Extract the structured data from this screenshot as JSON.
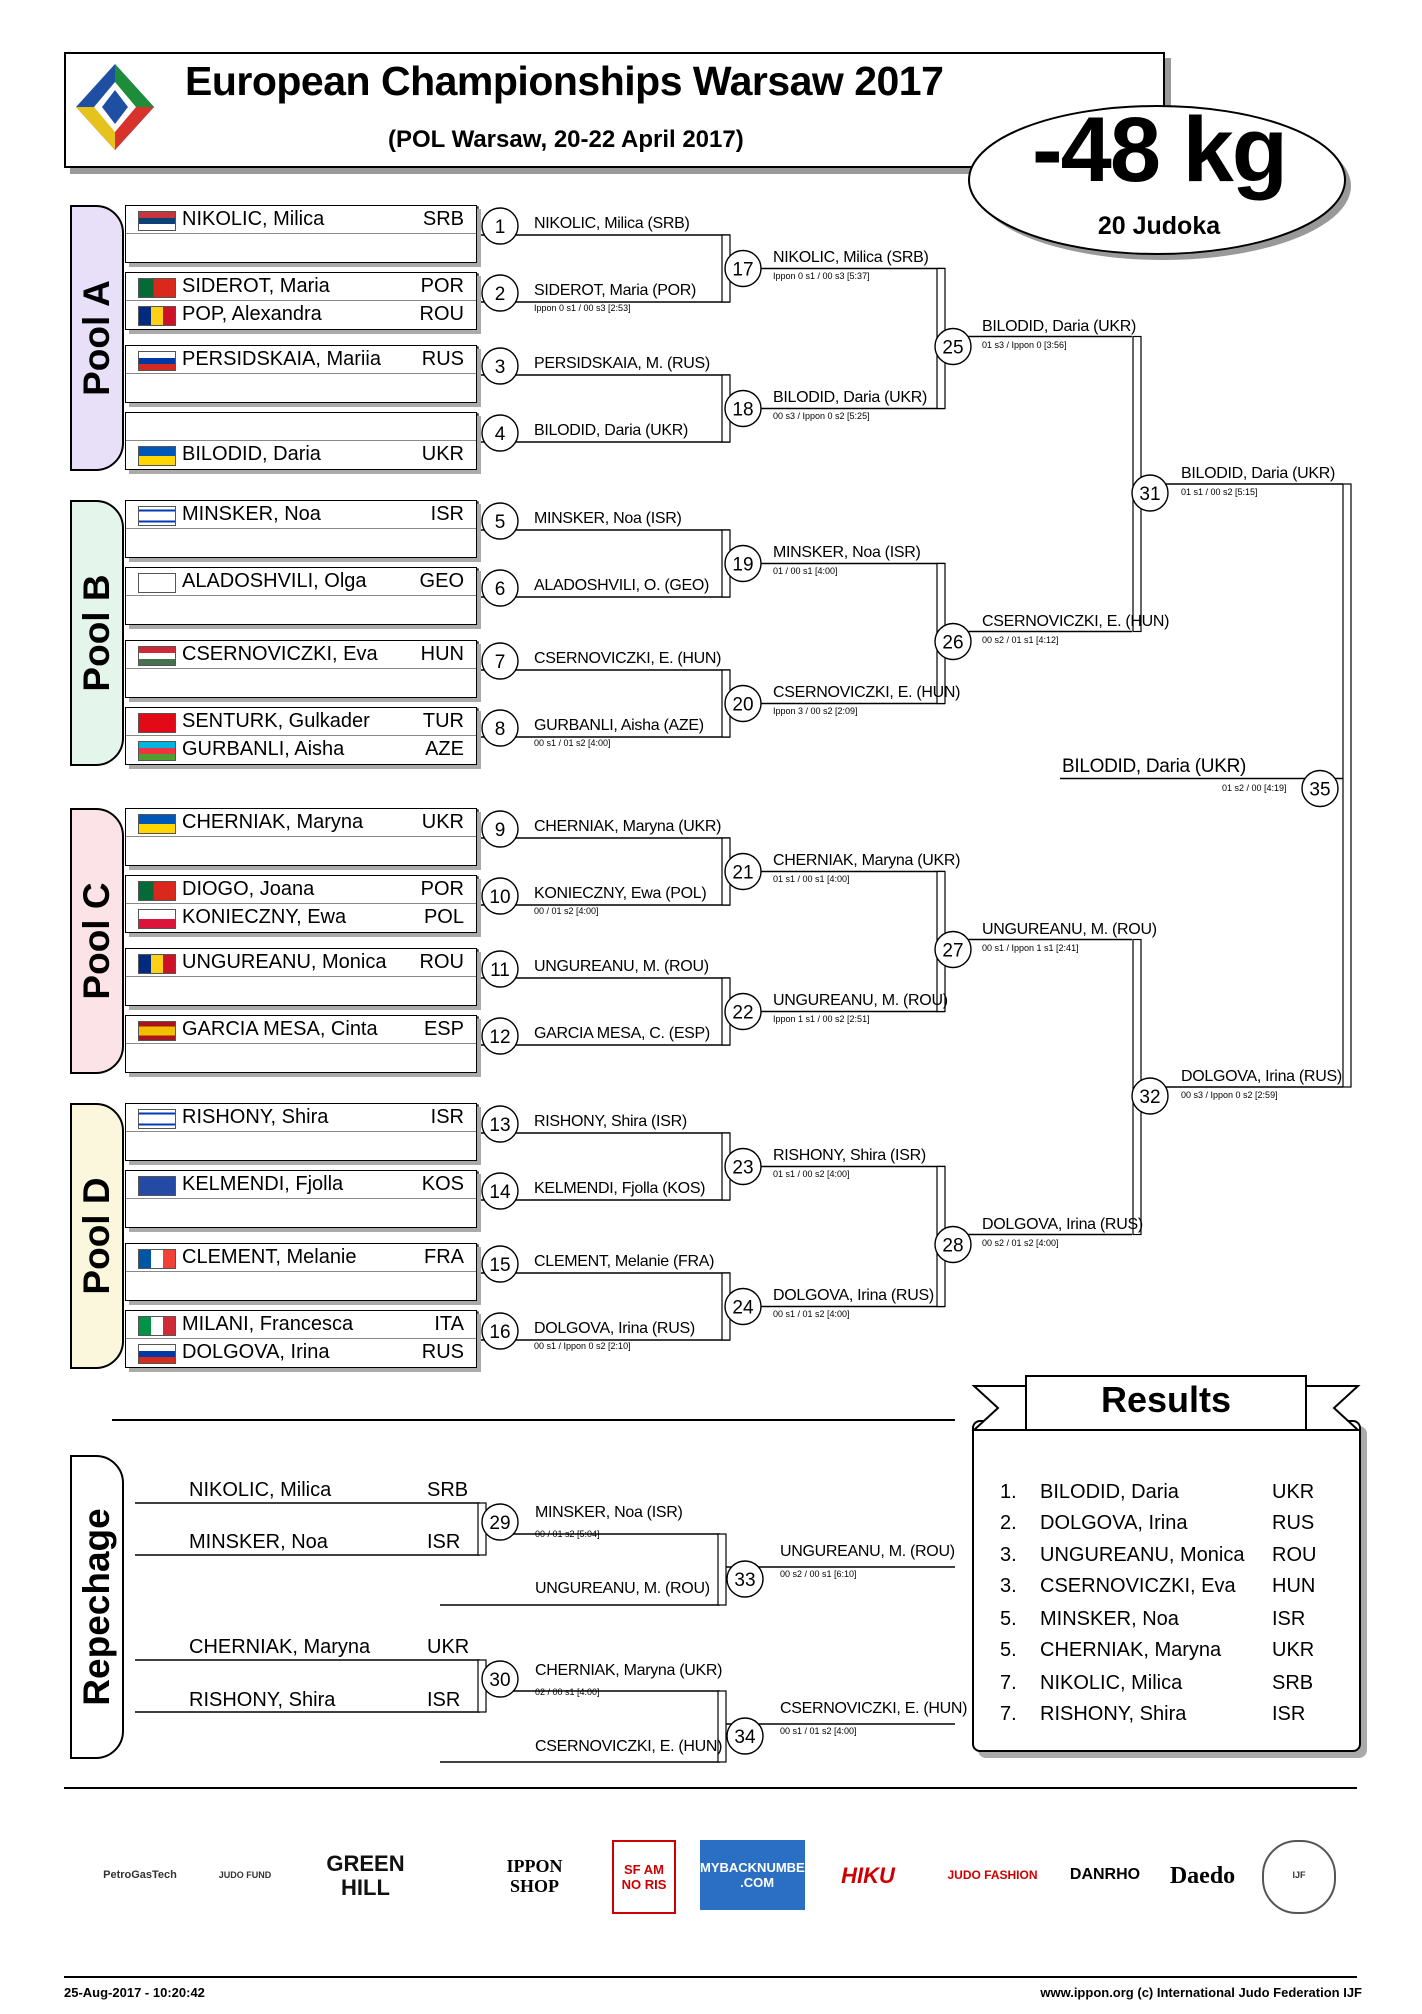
{
  "header": {
    "title": "European Championships Warsaw 2017",
    "subtitle": "(POL Warsaw, 20-22 April 2017)",
    "weight": "-48 kg",
    "judoka_count": "20 Judoka"
  },
  "pools": [
    {
      "label": "Pool A",
      "entries": [
        {
          "box": [
            {
              "name": "NIKOLIC, Milica",
              "cc": "SRB",
              "flag": "srb"
            },
            null
          ]
        },
        {
          "box": [
            {
              "name": "SIDEROT, Maria",
              "cc": "POR",
              "flag": "por"
            },
            {
              "name": "POP, Alexandra",
              "cc": "ROU",
              "flag": "rou"
            }
          ]
        },
        {
          "box": [
            {
              "name": "PERSIDSKAIA, Mariia",
              "cc": "RUS",
              "flag": "rus"
            },
            null
          ]
        },
        {
          "box": [
            null,
            {
              "name": "BILODID, Daria",
              "cc": "UKR",
              "flag": "ukr"
            }
          ]
        }
      ]
    },
    {
      "label": "Pool B",
      "entries": [
        {
          "box": [
            {
              "name": "MINSKER, Noa",
              "cc": "ISR",
              "flag": "isr"
            },
            null
          ]
        },
        {
          "box": [
            {
              "name": "ALADOSHVILI, Olga",
              "cc": "GEO",
              "flag": "geo"
            },
            null
          ]
        },
        {
          "box": [
            {
              "name": "CSERNOVICZKI, Eva",
              "cc": "HUN",
              "flag": "hun"
            },
            null
          ]
        },
        {
          "box": [
            {
              "name": "SENTURK, Gulkader",
              "cc": "TUR",
              "flag": "tur"
            },
            {
              "name": "GURBANLI, Aisha",
              "cc": "AZE",
              "flag": "aze"
            }
          ]
        }
      ]
    },
    {
      "label": "Pool C",
      "entries": [
        {
          "box": [
            {
              "name": "CHERNIAK, Maryna",
              "cc": "UKR",
              "flag": "ukr"
            },
            null
          ]
        },
        {
          "box": [
            {
              "name": "DIOGO, Joana",
              "cc": "POR",
              "flag": "por"
            },
            {
              "name": "KONIECZNY, Ewa",
              "cc": "POL",
              "flag": "pol"
            }
          ]
        },
        {
          "box": [
            {
              "name": "UNGUREANU, Monica",
              "cc": "ROU",
              "flag": "rou"
            },
            null
          ]
        },
        {
          "box": [
            {
              "name": "GARCIA MESA, Cinta",
              "cc": "ESP",
              "flag": "esp"
            },
            null
          ]
        }
      ]
    },
    {
      "label": "Pool D",
      "entries": [
        {
          "box": [
            {
              "name": "RISHONY, Shira",
              "cc": "ISR",
              "flag": "isr"
            },
            null
          ]
        },
        {
          "box": [
            {
              "name": "KELMENDI, Fjolla",
              "cc": "KOS",
              "flag": "kos"
            },
            null
          ]
        },
        {
          "box": [
            {
              "name": "CLEMENT, Melanie",
              "cc": "FRA",
              "flag": "fra"
            },
            null
          ]
        },
        {
          "box": [
            {
              "name": "MILANI, Francesca",
              "cc": "ITA",
              "flag": "ita"
            },
            {
              "name": "DOLGOVA, Irina",
              "cc": "RUS",
              "flag": "rus"
            }
          ]
        }
      ]
    }
  ],
  "pool_colors": [
    "#e8e0f8",
    "#e4f5ec",
    "#fbe3e8",
    "#fbf7dc"
  ],
  "round1": [
    {
      "n": "1",
      "winner": "NIKOLIC, Milica  (SRB)",
      "score": ""
    },
    {
      "n": "2",
      "winner": "SIDEROT, Maria  (POR)",
      "score": "Ippon 0 s1 / 00 s3 [2:53]"
    },
    {
      "n": "3",
      "winner": "PERSIDSKAIA, M.  (RUS)",
      "score": ""
    },
    {
      "n": "4",
      "winner": "BILODID, Daria  (UKR)",
      "score": ""
    },
    {
      "n": "5",
      "winner": "MINSKER, Noa  (ISR)",
      "score": ""
    },
    {
      "n": "6",
      "winner": "ALADOSHVILI, O.  (GEO)",
      "score": ""
    },
    {
      "n": "7",
      "winner": "CSERNOVICZKI, E.  (HUN)",
      "score": ""
    },
    {
      "n": "8",
      "winner": "GURBANLI, Aisha  (AZE)",
      "score": "00 s1 / 01 s2 [4:00]"
    },
    {
      "n": "9",
      "winner": "CHERNIAK, Maryna  (UKR)",
      "score": ""
    },
    {
      "n": "10",
      "winner": "KONIECZNY, Ewa  (POL)",
      "score": "00  / 01 s2 [4:00]"
    },
    {
      "n": "11",
      "winner": "UNGUREANU, M.  (ROU)",
      "score": ""
    },
    {
      "n": "12",
      "winner": "GARCIA MESA, C.  (ESP)",
      "score": ""
    },
    {
      "n": "13",
      "winner": "RISHONY, Shira  (ISR)",
      "score": ""
    },
    {
      "n": "14",
      "winner": "KELMENDI, Fjolla  (KOS)",
      "score": ""
    },
    {
      "n": "15",
      "winner": "CLEMENT, Melanie  (FRA)",
      "score": ""
    },
    {
      "n": "16",
      "winner": "DOLGOVA, Irina  (RUS)",
      "score": "00 s1 / Ippon 0 s2 [2:10]"
    }
  ],
  "round2": [
    {
      "n": "17",
      "winner": "NIKOLIC, Milica  (SRB)",
      "score": "Ippon 0 s1 / 00 s3 [5:37]"
    },
    {
      "n": "18",
      "winner": "BILODID, Daria  (UKR)",
      "score": "00 s3 / Ippon 0 s2 [5:25]"
    },
    {
      "n": "19",
      "winner": "MINSKER, Noa  (ISR)",
      "score": "01  / 00 s1 [4:00]"
    },
    {
      "n": "20",
      "winner": "CSERNOVICZKI, E.  (HUN)",
      "score": "Ippon 3  / 00 s2 [2:09]"
    },
    {
      "n": "21",
      "winner": "CHERNIAK, Maryna  (UKR)",
      "score": "01 s1 / 00 s1 [4:00]"
    },
    {
      "n": "22",
      "winner": "UNGUREANU, M.  (ROU)",
      "score": "Ippon 1 s1 / 00 s2 [2:51]"
    },
    {
      "n": "23",
      "winner": "RISHONY, Shira  (ISR)",
      "score": "01 s1 / 00 s2 [4:00]"
    },
    {
      "n": "24",
      "winner": "DOLGOVA, Irina  (RUS)",
      "score": "00 s1 / 01 s2 [4:00]"
    }
  ],
  "round3": [
    {
      "n": "25",
      "winner": "BILODID, Daria  (UKR)",
      "score": "01 s3 / Ippon 0  [3:56]"
    },
    {
      "n": "26",
      "winner": "CSERNOVICZKI, E.  (HUN)",
      "score": "00 s2 / 01 s1 [4:12]"
    },
    {
      "n": "27",
      "winner": "UNGUREANU, M.  (ROU)",
      "score": "00 s1 / Ippon 1 s1 [2:41]"
    },
    {
      "n": "28",
      "winner": "DOLGOVA, Irina  (RUS)",
      "score": "00 s2 / 01 s2 [4:00]"
    }
  ],
  "semis": [
    {
      "n": "31",
      "winner": "BILODID, Daria  (UKR)",
      "score": "01 s1 / 00 s2 [5:15]"
    },
    {
      "n": "32",
      "winner": "DOLGOVA, Irina  (RUS)",
      "score": "00 s3 / Ippon 0 s2 [2:59]"
    }
  ],
  "final": {
    "n": "35",
    "winner": "BILODID, Daria  (UKR)",
    "score": "01 s2 / 00  [4:19]"
  },
  "repechage": {
    "label": "Repechage",
    "bracket1": {
      "a": {
        "name": "NIKOLIC, Milica",
        "cc": "SRB"
      },
      "b": {
        "name": "MINSKER, Noa",
        "cc": "ISR"
      },
      "m1": {
        "n": "29",
        "winner": "MINSKER, Noa  (ISR)",
        "score": "00  / 01 s2 [5:04]"
      },
      "bye": "UNGUREANU, M.  (ROU)",
      "m2": {
        "n": "33",
        "winner": "UNGUREANU, M.  (ROU)",
        "score": "00 s2 / 00 s1 [6:10]"
      }
    },
    "bracket2": {
      "a": {
        "name": "CHERNIAK, Maryna",
        "cc": "UKR"
      },
      "b": {
        "name": "RISHONY, Shira",
        "cc": "ISR"
      },
      "m1": {
        "n": "30",
        "winner": "CHERNIAK, Maryna  (UKR)",
        "score": "02  / 00 s1 [4:00]"
      },
      "bye": "CSERNOVICZKI, E.  (HUN)",
      "m2": {
        "n": "34",
        "winner": "CSERNOVICZKI, E.  (HUN)",
        "score": "00 s1 / 01 s2 [4:00]"
      }
    }
  },
  "results": {
    "title": "Results",
    "rows": [
      {
        "rank": "1.",
        "name": "BILODID, Daria",
        "cc": "UKR"
      },
      {
        "rank": "2.",
        "name": "DOLGOVA, Irina",
        "cc": "RUS"
      },
      {
        "rank": "3.",
        "name": "UNGUREANU, Monica",
        "cc": "ROU"
      },
      {
        "rank": "3.",
        "name": "CSERNOVICZKI, Eva",
        "cc": "HUN"
      },
      {
        "rank": "5.",
        "name": "MINSKER, Noa",
        "cc": "ISR"
      },
      {
        "rank": "5.",
        "name": "CHERNIAK, Maryna",
        "cc": "UKR"
      },
      {
        "rank": "7.",
        "name": "NIKOLIC, Milica",
        "cc": "SRB"
      },
      {
        "rank": "7.",
        "name": "RISHONY, Shira",
        "cc": "ISR"
      }
    ]
  },
  "sponsors": [
    {
      "label": "PetroGasTech",
      "icon": "petrogastech-logo"
    },
    {
      "label": "JUDO FUND",
      "icon": "ijf-fund-logo"
    },
    {
      "label": "GREEN HILL",
      "icon": "greenhill-logo"
    },
    {
      "label": "IPPON SHOP",
      "icon": "ippon-shop-logo"
    },
    {
      "label": "SF AM NO RIS",
      "icon": "sfamnoris-logo"
    },
    {
      "label": "MYBACKNUMBER .COM",
      "icon": "mybacknumber-logo"
    },
    {
      "label": "HIKU",
      "icon": "hiku-logo"
    },
    {
      "label": "JUDO FASHION",
      "icon": "judofashion-logo"
    },
    {
      "label": "DANRHO",
      "icon": "danrho-logo"
    },
    {
      "label": "Daedo",
      "icon": "daedo-logo"
    },
    {
      "label": "IJF",
      "icon": "ijf-seal-logo"
    }
  ],
  "footer": {
    "timestamp": "25-Aug-2017 - 10:20:42",
    "credit": "www.ippon.org   (c) International Judo Federation IJF"
  }
}
